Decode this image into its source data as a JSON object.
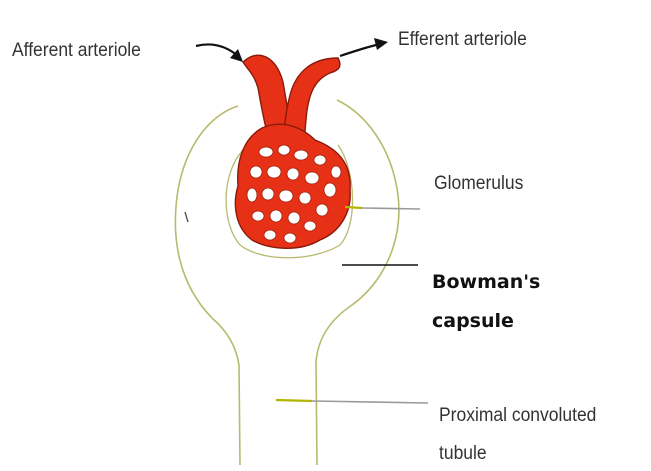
{
  "labels": {
    "afferent_arteriole": "Afferent arteriole",
    "efferent_arteriole": "Efferent arteriole",
    "glomerulus": "Glomerulus",
    "bowmans_capsule_line1": "Bowman's",
    "bowmans_capsule_line2": "capsule",
    "pct_line1": "Proximal convoluted",
    "pct_line2": "tubule"
  },
  "colors": {
    "glomerulus_fill": "#e63117",
    "glomerulus_stroke": "#8b1a0a",
    "capsule_outline": "#b8ba6e",
    "leader_line": "#9a9a9a",
    "leader_tip": "#b4b400",
    "arrow": "#111111",
    "text": "#333333"
  }
}
